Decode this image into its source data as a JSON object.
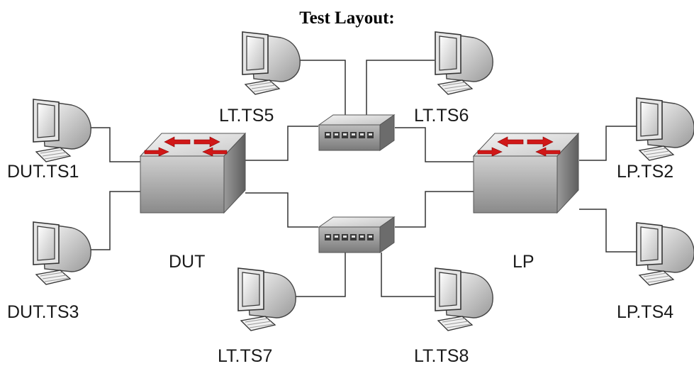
{
  "title": "Test Layout:",
  "nodes": {
    "dut": "DUT",
    "lp": "LP",
    "dut_ts1": "DUT.TS1",
    "dut_ts3": "DUT.TS3",
    "lp_ts2": "LP.TS2",
    "lp_ts4": "LP.TS4",
    "lt_ts5": "LT.TS5",
    "lt_ts6": "LT.TS6",
    "lt_ts7": "LT.TS7",
    "lt_ts8": "LT.TS8"
  },
  "icons": {
    "router": "router-icon",
    "hub": "hub-icon",
    "computer": "computer-icon"
  }
}
